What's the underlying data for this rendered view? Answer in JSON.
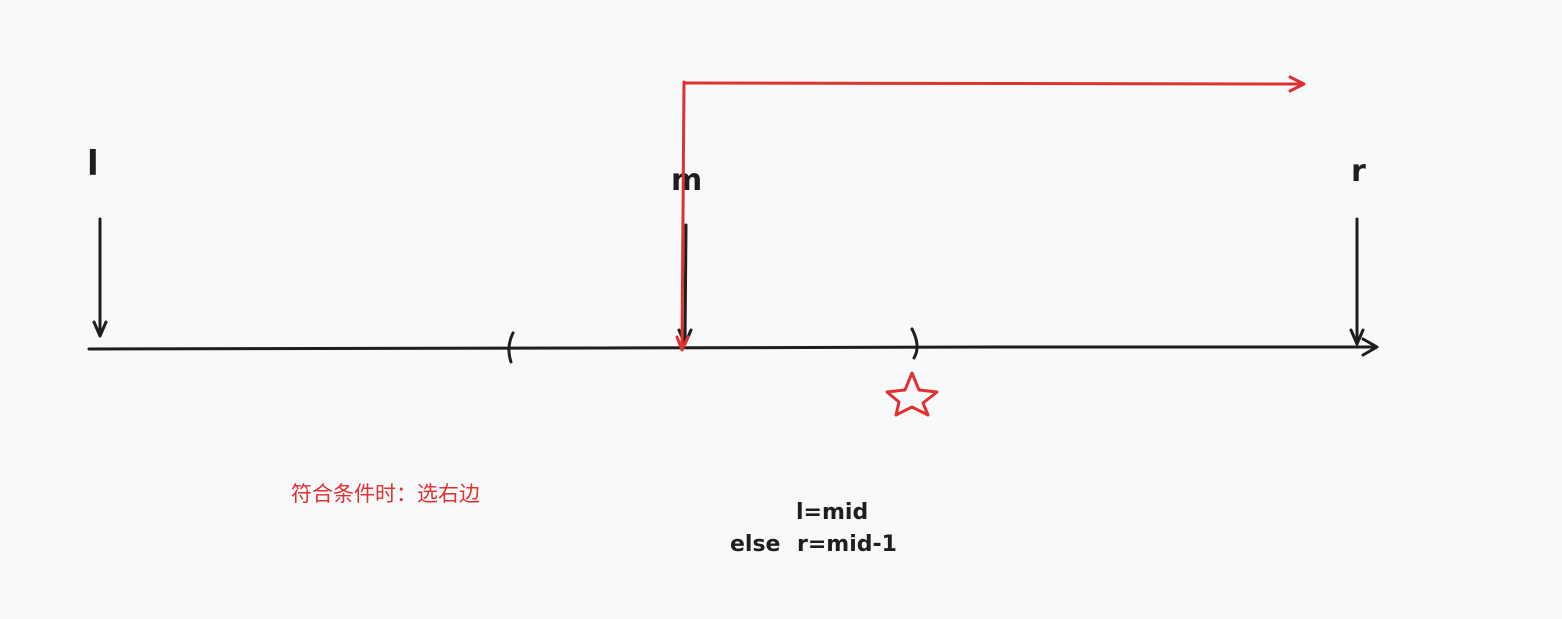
{
  "labels": {
    "left": "l",
    "mid": "m",
    "right": "r"
  },
  "note": "符合条件时：选右边",
  "code": {
    "line1": "l=mid",
    "line2_prefix": "else",
    "line2_code": "r=mid-1"
  },
  "colors": {
    "ink": "#1e1e1e",
    "accent": "#e03131",
    "background": "#f8f9fa"
  },
  "icons": {
    "target": "star-icon"
  }
}
